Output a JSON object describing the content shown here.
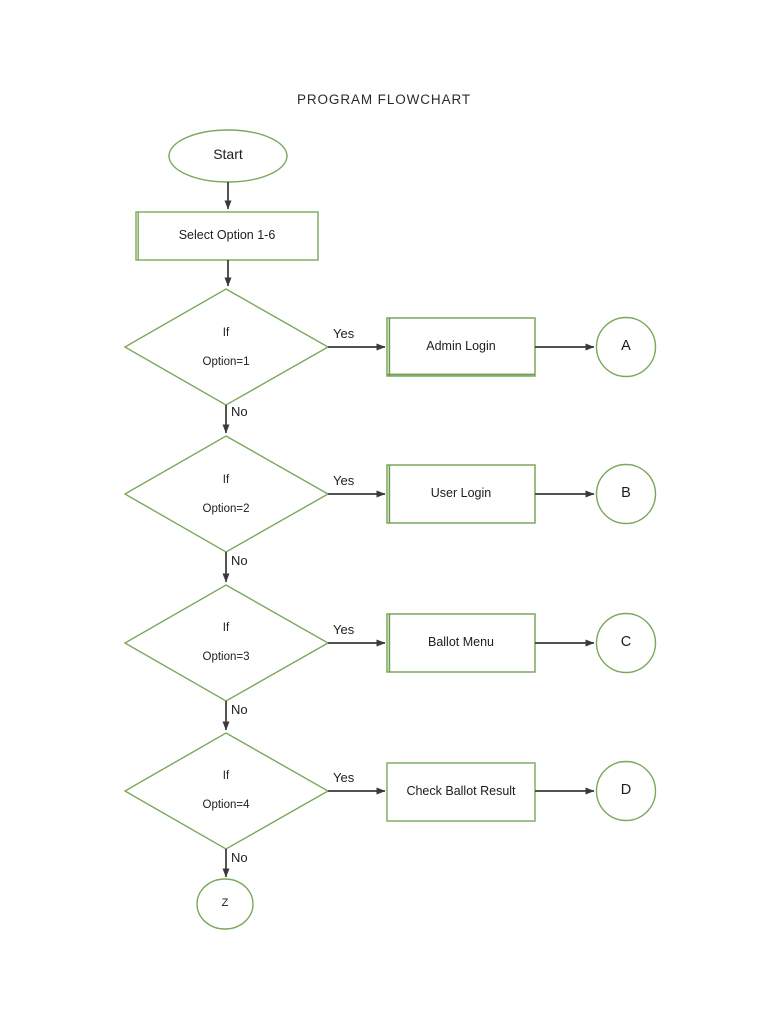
{
  "document": {
    "title": "PROGRAM FLOWCHART"
  },
  "theme": {
    "shape_stroke": "#7ba85b",
    "shape_stroke_accent": "#6f9e4f",
    "connector_stroke": "#3a3a3a",
    "shape_fill": "#ffffff",
    "page_background": "#ffffff",
    "text_color": "#1d1d1d"
  },
  "flowchart": {
    "type": "flowchart",
    "orientation": "top-to-bottom",
    "start_node": {
      "id": "start",
      "shape": "ellipse",
      "label": "Start"
    },
    "process_start": {
      "id": "select-option",
      "shape": "rectangle",
      "label": "Select Option 1-6"
    },
    "decisions": [
      {
        "id": "decision-1",
        "shape": "diamond",
        "line1": "If",
        "line2": "Option=1",
        "yes_label": "Yes",
        "no_label": "No",
        "yes_target": "admin-login",
        "no_target": "decision-2"
      },
      {
        "id": "decision-2",
        "shape": "diamond",
        "line1": "If",
        "line2": "Option=2",
        "yes_label": "Yes",
        "no_label": "No",
        "yes_target": "user-login",
        "no_target": "decision-3"
      },
      {
        "id": "decision-3",
        "shape": "diamond",
        "line1": "If",
        "line2": "Option=3",
        "yes_label": "Yes",
        "no_label": "No",
        "yes_target": "ballot-menu",
        "no_target": "decision-4"
      },
      {
        "id": "decision-4",
        "shape": "diamond",
        "line1": "If",
        "line2": "Option=4",
        "yes_label": "Yes",
        "no_label": "No",
        "yes_target": "check-ballot-result",
        "no_target": "connector-z"
      }
    ],
    "processes": [
      {
        "id": "admin-login",
        "shape": "rectangle",
        "label": "Admin Login"
      },
      {
        "id": "user-login",
        "shape": "rectangle",
        "label": "User Login"
      },
      {
        "id": "ballot-menu",
        "shape": "rectangle",
        "label": "Ballot Menu"
      },
      {
        "id": "check-ballot-result",
        "shape": "rectangle",
        "label": "Check Ballot Result"
      }
    ],
    "connectors": [
      {
        "id": "connector-a",
        "shape": "circle",
        "label": "A"
      },
      {
        "id": "connector-b",
        "shape": "circle",
        "label": "B"
      },
      {
        "id": "connector-c",
        "shape": "circle",
        "label": "C"
      },
      {
        "id": "connector-d",
        "shape": "circle",
        "label": "D"
      },
      {
        "id": "connector-z",
        "shape": "ellipse",
        "label": "Z"
      }
    ]
  }
}
